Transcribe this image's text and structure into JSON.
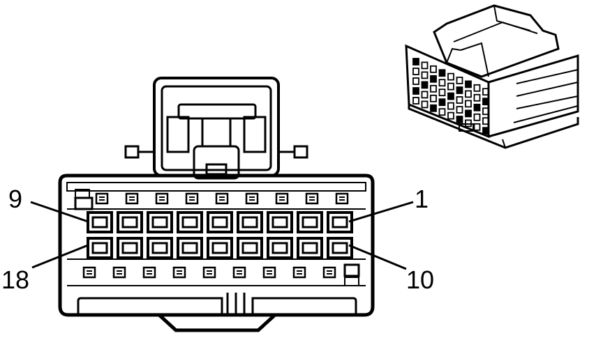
{
  "pin_labels": {
    "top_right": "1",
    "top_left": "9",
    "bottom_right": "10",
    "bottom_left": "18"
  },
  "cavities": {
    "top_row_count": 9,
    "bottom_row_count": 9,
    "upper_latch_count": 9,
    "lower_latch_count": 9
  },
  "colors": {
    "line": "#000000",
    "background": "#ffffff"
  },
  "icons": {
    "connector_view": "connector-isometric-icon"
  }
}
